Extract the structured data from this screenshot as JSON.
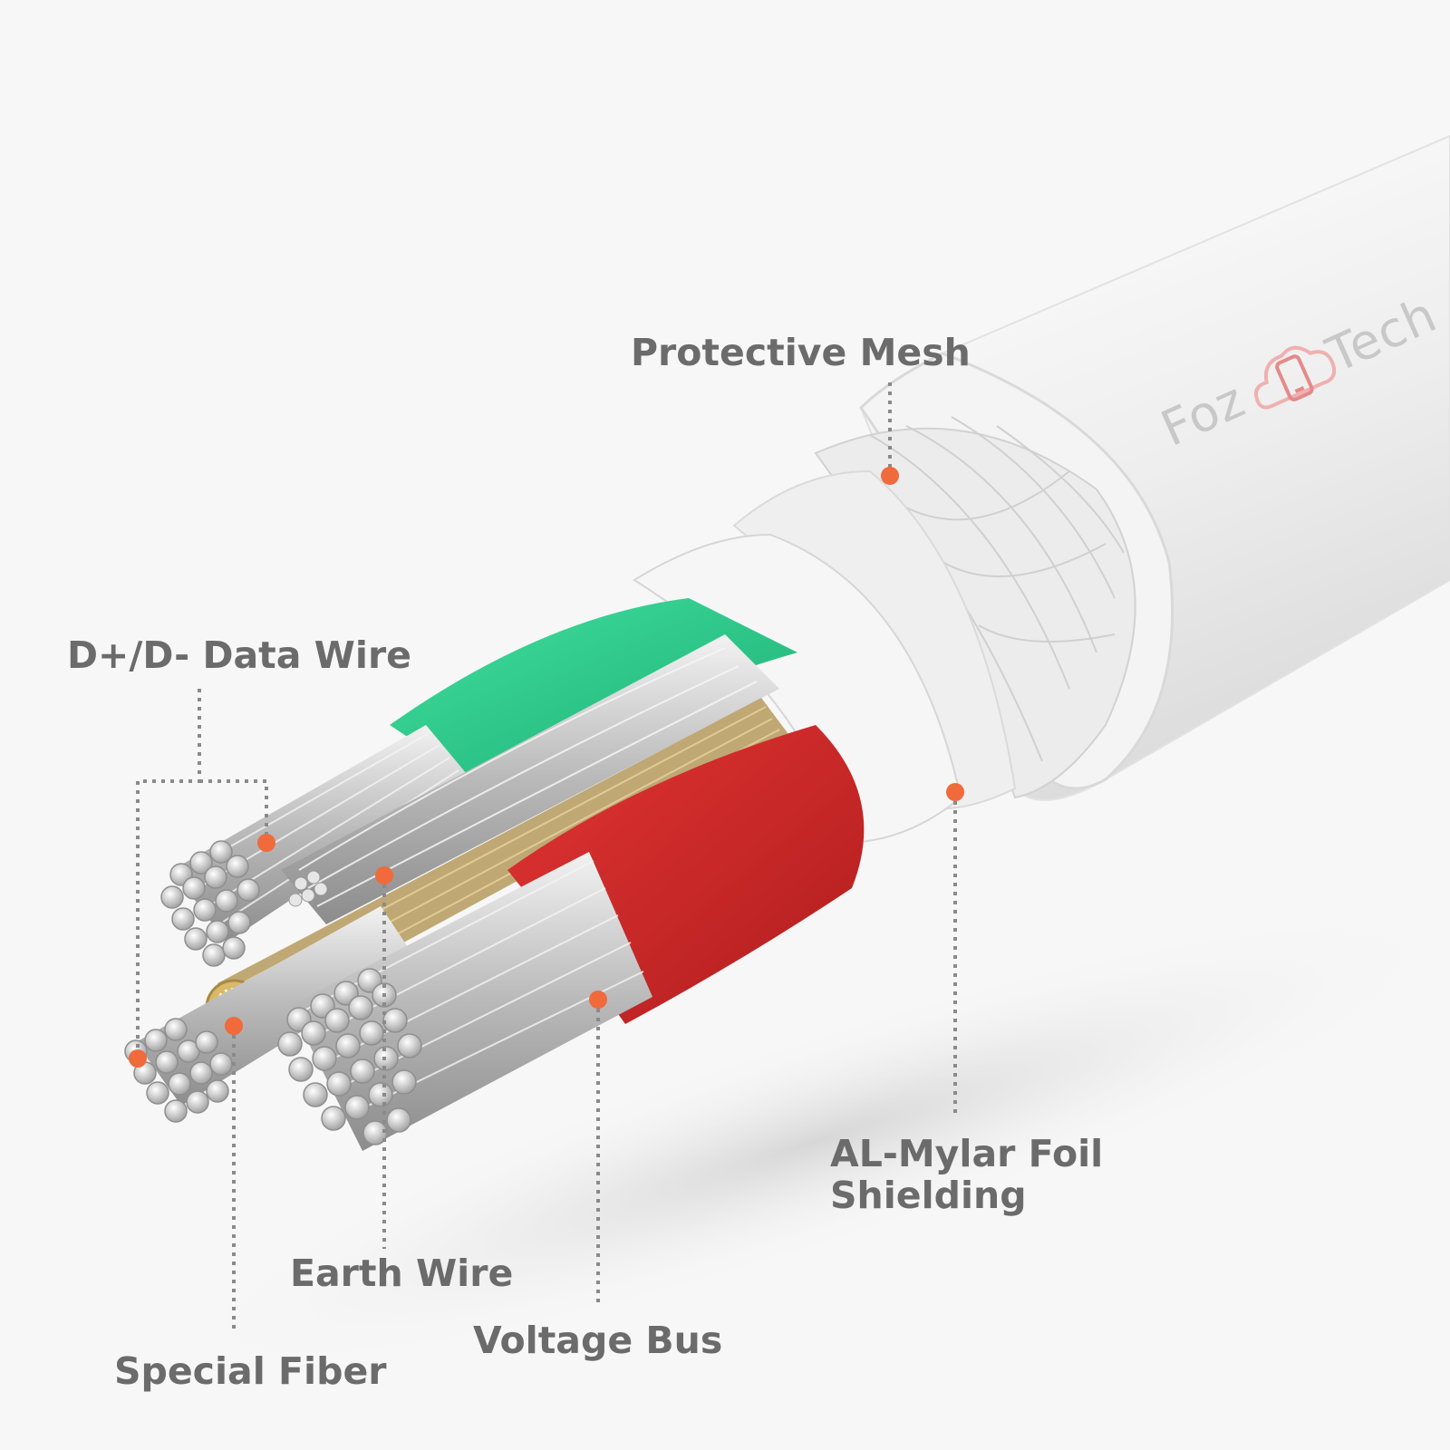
{
  "labels": {
    "protective_mesh": "Protective Mesh",
    "data_wire": "D+/D- Data Wire",
    "foil_line1": "AL-Mylar Foil",
    "foil_line2": "Shielding",
    "earth_wire": "Earth Wire",
    "voltage_bus": "Voltage Bus",
    "special_fiber": "Special Fiber"
  },
  "watermark": {
    "brand_left": "Foz",
    "brand_right": "Tech",
    "icon": "cloud-phone-icon"
  },
  "colors": {
    "label_text": "#6b6b6b",
    "callout_dot": "#f06a3c",
    "leader_line": "#8a8a8a",
    "green_insulation": "#2fcf8e",
    "red_insulation": "#d62a2a",
    "jacket": "#f1f1f1",
    "copper_strand": "#c9c9c9",
    "fiber_core": "#d9b86a"
  }
}
